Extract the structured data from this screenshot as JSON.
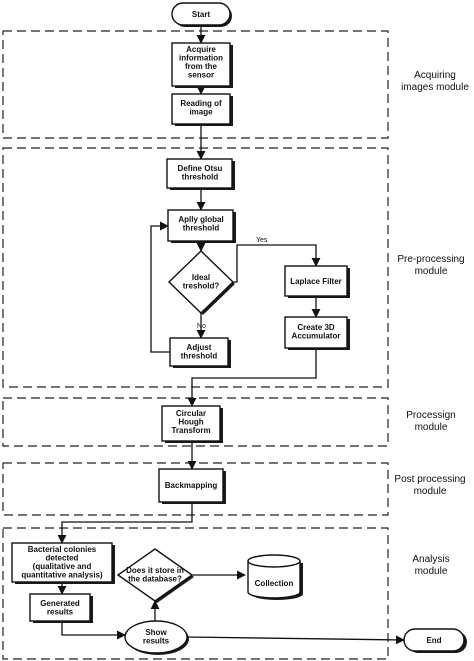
{
  "modules": {
    "acquiring": [
      "Acquiring",
      "images module"
    ],
    "preprocessing": [
      "Pre-processing",
      "module"
    ],
    "processing": [
      "Processign",
      "module"
    ],
    "postprocessing": [
      "Post processing",
      "module"
    ],
    "analysis": [
      "Analysis",
      "module"
    ]
  },
  "nodes": {
    "start": [
      "Start"
    ],
    "acquire": [
      "Acquire",
      "information",
      "from the",
      "sensor"
    ],
    "reading": [
      "Reading of",
      "image"
    ],
    "otsu": [
      "Define Otsu",
      "threshold"
    ],
    "global": [
      "Aplly global",
      "threshold"
    ],
    "ideal": [
      "Ideal",
      "treshold?"
    ],
    "adjust": [
      "Adjust",
      "threshold"
    ],
    "laplace": [
      "Laplace Filter"
    ],
    "accumulator": [
      "Create 3D",
      "Accumulator"
    ],
    "hough": [
      "Circular",
      "Hough",
      "Transform"
    ],
    "backmapping": [
      "Backmapping"
    ],
    "colonies": [
      "Bacterial colonies",
      "detected",
      "(qualitative and",
      "quantitative analysis)"
    ],
    "generated": [
      "Generated",
      "results"
    ],
    "store": [
      "Does it store in",
      "the database?"
    ],
    "collection": [
      "Collection"
    ],
    "show": [
      "Show",
      "results"
    ],
    "end": [
      "End"
    ]
  },
  "edges": {
    "yes": "Yes",
    "no": "No"
  }
}
